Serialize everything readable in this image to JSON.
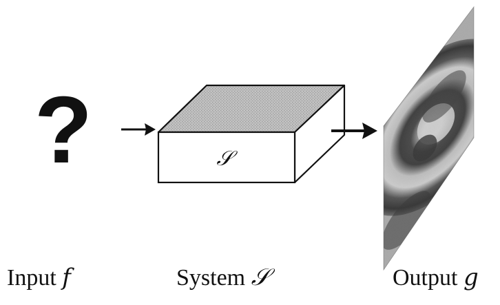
{
  "diagram": {
    "unknown_input_mark": "?",
    "system_symbol": "𝒮",
    "labels": {
      "input": {
        "text": "Input",
        "symbol": "f"
      },
      "system": {
        "text": "System",
        "symbol": "𝒮"
      },
      "output": {
        "text": "Output",
        "symbol": "g"
      }
    },
    "colors": {
      "ink": "#111111",
      "box_top": "#b8b8b8",
      "box_side": "#ffffff",
      "background": "#ffffff"
    }
  }
}
